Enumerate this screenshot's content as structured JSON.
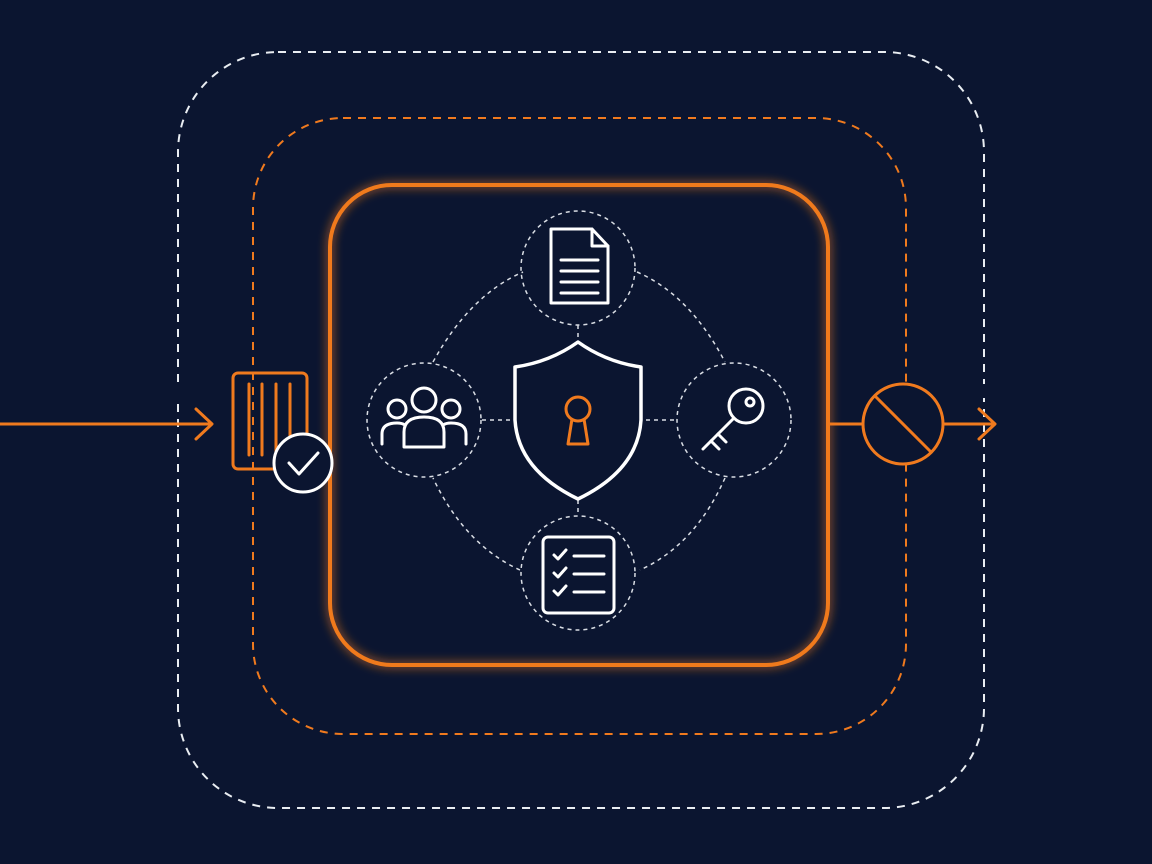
{
  "colors": {
    "background": "#0b1530",
    "accent": "#f07a1e",
    "line": "#e9edf2"
  },
  "diagram": {
    "outer_perimeter": {
      "style": "dashed",
      "color": "white"
    },
    "middle_perimeter": {
      "style": "dashed",
      "color": "orange"
    },
    "core_boundary": {
      "style": "solid-glow",
      "color": "orange"
    },
    "inbound_flow": {
      "direction": "left-to-right",
      "endpoint_icon": "gate-check-icon"
    },
    "outbound_flow": {
      "direction": "left-to-right",
      "endpoint_icon": "blocked-icon"
    },
    "center_icon": "shield-keyhole-icon",
    "nodes": [
      {
        "position": "top",
        "icon": "document-icon"
      },
      {
        "position": "left",
        "icon": "users-group-icon"
      },
      {
        "position": "right",
        "icon": "key-icon"
      },
      {
        "position": "bottom",
        "icon": "checklist-icon"
      }
    ]
  }
}
